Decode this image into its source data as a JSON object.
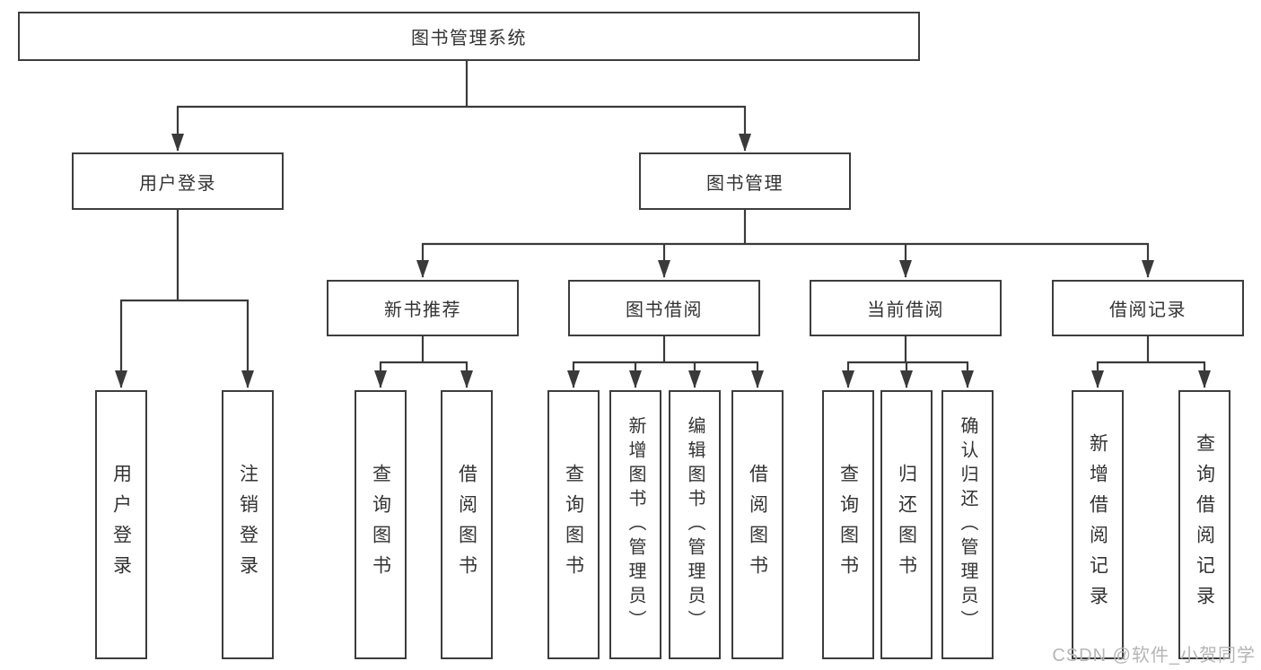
{
  "diagram": {
    "title": "图书管理系统",
    "watermark": "CSDN @软件_小贺同学",
    "colors": {
      "box_border": "#3d3d3d",
      "connector": "#3a3a3a",
      "text": "#333333",
      "background": "#ffffff",
      "watermark_text": "#b5b5b5"
    },
    "nodes": [
      {
        "id": "root",
        "label": "图书管理系统"
      },
      {
        "id": "user-login-branch",
        "label": "用户登录"
      },
      {
        "id": "book-mgmt-branch",
        "label": "图书管理"
      },
      {
        "id": "user-login",
        "label": "用户登录"
      },
      {
        "id": "logout",
        "label": "注销登录"
      },
      {
        "id": "new-book-rec",
        "label": "新书推荐"
      },
      {
        "id": "book-borrow",
        "label": "图书借阅"
      },
      {
        "id": "current-borrow",
        "label": "当前借阅"
      },
      {
        "id": "borrow-records",
        "label": "借阅记录"
      },
      {
        "id": "nbr-query-book",
        "label": "查询图书"
      },
      {
        "id": "nbr-borrow-book",
        "label": "借阅图书"
      },
      {
        "id": "bb-query-book",
        "label": "查询图书"
      },
      {
        "id": "bb-add-book-admin",
        "label": "新增图书（管理员）"
      },
      {
        "id": "bb-edit-book-admin",
        "label": "编辑图书（管理员）"
      },
      {
        "id": "bb-borrow-book",
        "label": "借阅图书"
      },
      {
        "id": "cb-query-book",
        "label": "查询图书"
      },
      {
        "id": "cb-return-book",
        "label": "归还图书"
      },
      {
        "id": "cb-confirm-return-admin",
        "label": "确认归还（管理员）"
      },
      {
        "id": "br-add-record",
        "label": "新增借阅记录"
      },
      {
        "id": "br-query-record",
        "label": "查询借阅记录"
      }
    ],
    "edges": [
      [
        "root",
        "user-login-branch"
      ],
      [
        "root",
        "book-mgmt-branch"
      ],
      [
        "user-login-branch",
        "user-login"
      ],
      [
        "user-login-branch",
        "logout"
      ],
      [
        "book-mgmt-branch",
        "new-book-rec"
      ],
      [
        "book-mgmt-branch",
        "book-borrow"
      ],
      [
        "book-mgmt-branch",
        "current-borrow"
      ],
      [
        "book-mgmt-branch",
        "borrow-records"
      ],
      [
        "new-book-rec",
        "nbr-query-book"
      ],
      [
        "new-book-rec",
        "nbr-borrow-book"
      ],
      [
        "book-borrow",
        "bb-query-book"
      ],
      [
        "book-borrow",
        "bb-add-book-admin"
      ],
      [
        "book-borrow",
        "bb-edit-book-admin"
      ],
      [
        "book-borrow",
        "bb-borrow-book"
      ],
      [
        "current-borrow",
        "cb-query-book"
      ],
      [
        "current-borrow",
        "cb-return-book"
      ],
      [
        "current-borrow",
        "cb-confirm-return-admin"
      ],
      [
        "borrow-records",
        "br-add-record"
      ],
      [
        "borrow-records",
        "br-query-record"
      ]
    ]
  }
}
